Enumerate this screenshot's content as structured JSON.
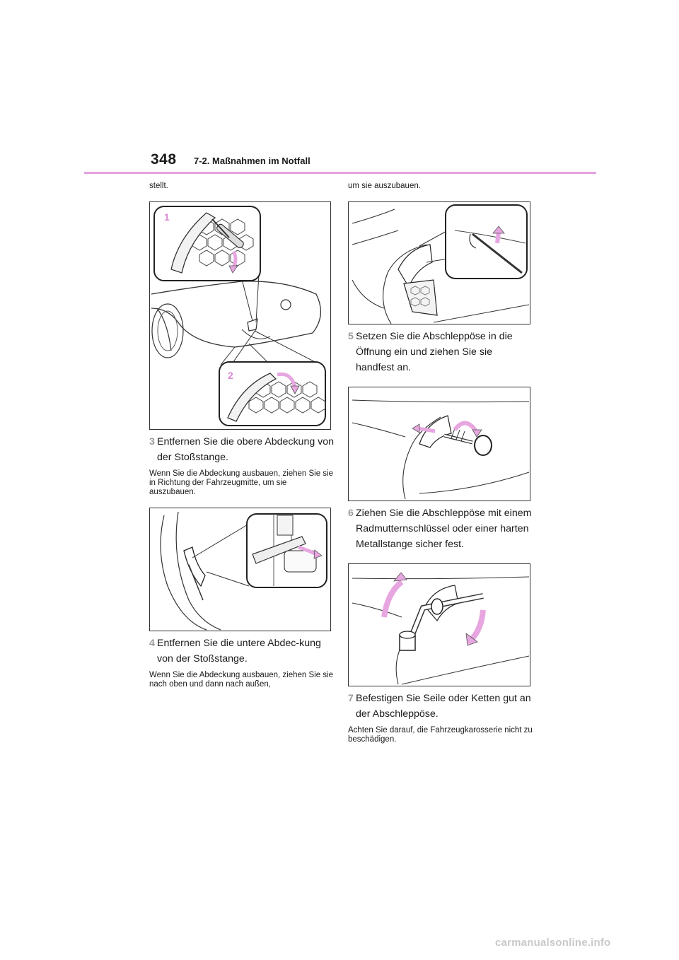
{
  "header": {
    "page_number": "348",
    "section": "7-2. Maßnahmen im Notfall"
  },
  "left": {
    "intro_cont": "stellt.",
    "figure1": {
      "label1": "1",
      "label2": "2"
    },
    "step3": {
      "num": "3",
      "text": "Entfernen Sie die obere Abdeckung von der Stoßstange."
    },
    "step3_note": "Wenn Sie die Abdeckung ausbauen, ziehen Sie sie in Richtung der Fahrzeugmitte, um sie auszubauen.",
    "step4": {
      "num": "4",
      "text": "Entfernen Sie die untere Abdec-kung von der Stoßstange."
    },
    "step4_note": "Wenn Sie die Abdeckung ausbauen, ziehen Sie sie nach oben und dann nach außen,"
  },
  "right": {
    "note_cont": "um sie auszubauen.",
    "step5": {
      "num": "5",
      "text": "Setzen Sie die Abschleppöse in die Öffnung ein und ziehen Sie sie handfest an."
    },
    "step6": {
      "num": "6",
      "text": "Ziehen Sie die Abschleppöse mit einem Radmutternschlüssel oder einer harten Metallstange sicher fest."
    },
    "step7": {
      "num": "7",
      "text": "Befestigen Sie Seile oder Ketten gut an der Abschleppöse."
    },
    "step7_note": "Achten Sie darauf, die Fahrzeugkarosserie nicht zu beschädigen."
  },
  "footer": {
    "watermark": "carmanualsonline.info"
  },
  "colors": {
    "accent_pink": "#e6a2df",
    "arrow_pink": "#f2b8ec",
    "step_number_gray": "#9a9a9a"
  }
}
